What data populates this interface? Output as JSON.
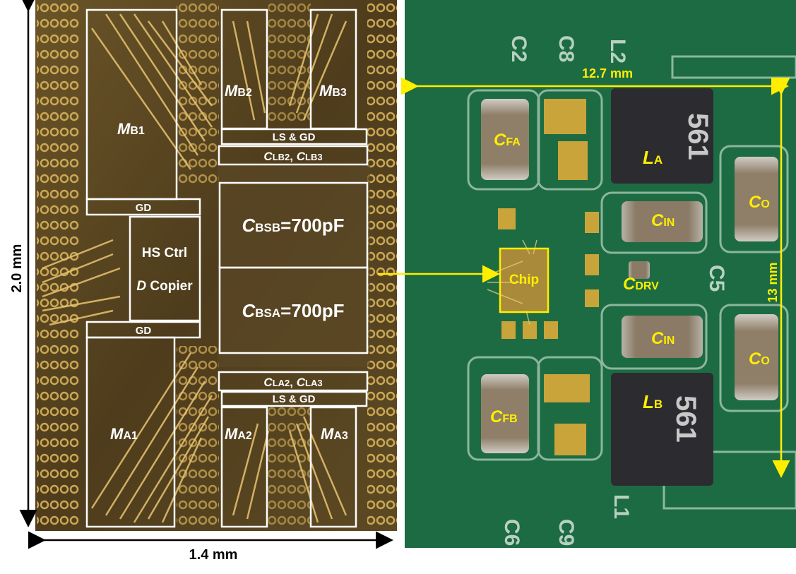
{
  "die": {
    "height_label": "2.0 mm",
    "width_label": "1.4 mm",
    "blocks": {
      "mb1": {
        "main": "M",
        "sub": "B1"
      },
      "mb2": {
        "main": "M",
        "sub": "B2"
      },
      "mb3": {
        "main": "M",
        "sub": "B3"
      },
      "ma1": {
        "main": "M",
        "sub": "A1"
      },
      "ma2": {
        "main": "M",
        "sub": "A2"
      },
      "ma3": {
        "main": "M",
        "sub": "A3"
      },
      "gd_top": "GD",
      "gd_bottom": "GD",
      "ls_gd_top": "LS & GD",
      "ls_gd_bottom": "LS & GD",
      "clb": {
        "c1": "C",
        "s1": "LB2",
        "sep": ", ",
        "c2": "C",
        "s2": "LB3"
      },
      "cla": {
        "c1": "C",
        "s1": "LA2",
        "sep": ", ",
        "c2": "C",
        "s2": "LA3"
      },
      "hs_ctrl": {
        "line1": "HS Ctrl",
        "line2_italic": "D",
        "line2_rest": " Copier"
      },
      "cbsb": {
        "main": "C",
        "sub": "BSB",
        "value": "=700pF"
      },
      "cbsa": {
        "main": "C",
        "sub": "BSA",
        "value": "=700pF"
      }
    }
  },
  "board": {
    "width_label": "12.7 mm",
    "height_label": "13 mm",
    "chip_label": "Chip",
    "silkscreen": [
      "C2",
      "C8",
      "C6",
      "C9",
      "C5",
      "L2",
      "L1"
    ],
    "components": {
      "cfa": {
        "main": "C",
        "sub": "FA"
      },
      "cfb": {
        "main": "C",
        "sub": "FB"
      },
      "la": {
        "main": "L",
        "sub": "A",
        "marking": "561"
      },
      "lb": {
        "main": "L",
        "sub": "B",
        "marking": "561"
      },
      "cin_top": {
        "main": "C",
        "sub": "IN"
      },
      "cin_bottom": {
        "main": "C",
        "sub": "IN"
      },
      "co_top": {
        "main": "C",
        "sub": "O"
      },
      "co_bottom": {
        "main": "C",
        "sub": "O"
      },
      "cdrv": {
        "main": "C",
        "sub": "DRV"
      }
    }
  },
  "colors": {
    "die_bg": "#5b4824",
    "bond_wire": "#e8c470",
    "pcb_green": "#1d6b43",
    "annotation_yellow": "#ffee00",
    "box_white": "#ffffff"
  }
}
